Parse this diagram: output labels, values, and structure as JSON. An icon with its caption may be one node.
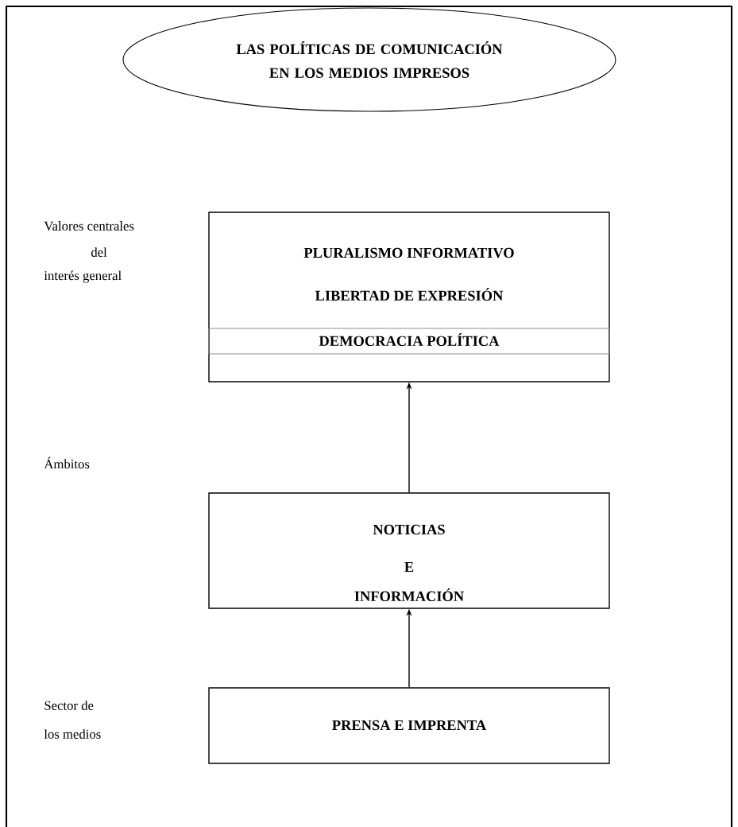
{
  "diagram": {
    "nodes": [
      {
        "text": [
          "LAS POLÍTICAS DE COMUNICACIÓN EN LOS MEDIOS IMPRESOS"
        ]
      },
      {
        "text": [
          "PLURALISMO INFORMATIVO",
          "LIBERTAD DE EXPRESIÓN"
        ]
      },
      {
        "text": [
          "DEMOCRACIA POLÍTICA"
        ],
        "in": 1
      },
      {
        "text": [
          "NOTICIAS",
          "E",
          "INFORMACIÓN"
        ]
      },
      {
        "text": [
          "PRENSA E IMPRENTA"
        ]
      }
    ],
    "edges": [
      {
        "from": 4,
        "to": 3,
        "arrow": "to"
      },
      {
        "from": 3,
        "to": 1,
        "arrow": "to"
      }
    ],
    "labels": [
      "Valores centrales",
      "del",
      "interés general",
      "Ámbitos",
      "Sector de",
      "los medios"
    ]
  }
}
